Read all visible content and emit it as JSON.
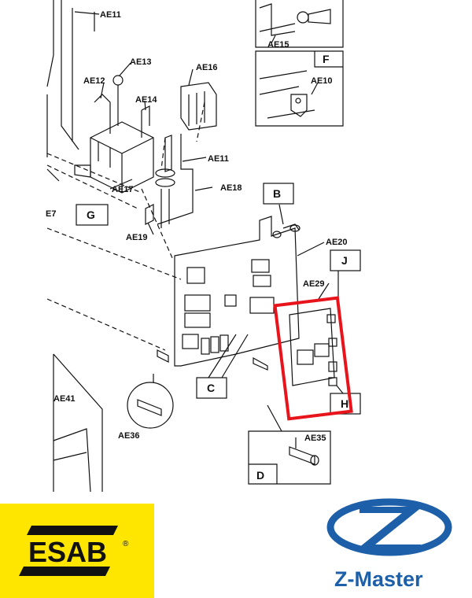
{
  "labels": {
    "ae11_top": "AE11",
    "ae15": "AE15",
    "f": "F",
    "ae10": "AE10",
    "ae13": "AE13",
    "ae12": "AE12",
    "ae16": "AE16",
    "ae14": "AE14",
    "ae11_mid": "AE11",
    "ae17": "AE17",
    "ae18": "AE18",
    "e7": "E7",
    "g": "G",
    "ae19": "AE19",
    "b": "B",
    "ae20": "AE20",
    "j": "J",
    "ae29": "AE29",
    "h": "H",
    "c": "C",
    "ae41": "AE41",
    "ae36": "AE36",
    "ae35": "AE35",
    "d": "D"
  },
  "logos": {
    "esab": "ESAB",
    "esab_reg": "®",
    "zmaster": "Z-Master"
  },
  "colors": {
    "highlight": "#e8141c",
    "esab_yellow": "#ffe600",
    "zmaster_blue": "#1d5fa8"
  }
}
